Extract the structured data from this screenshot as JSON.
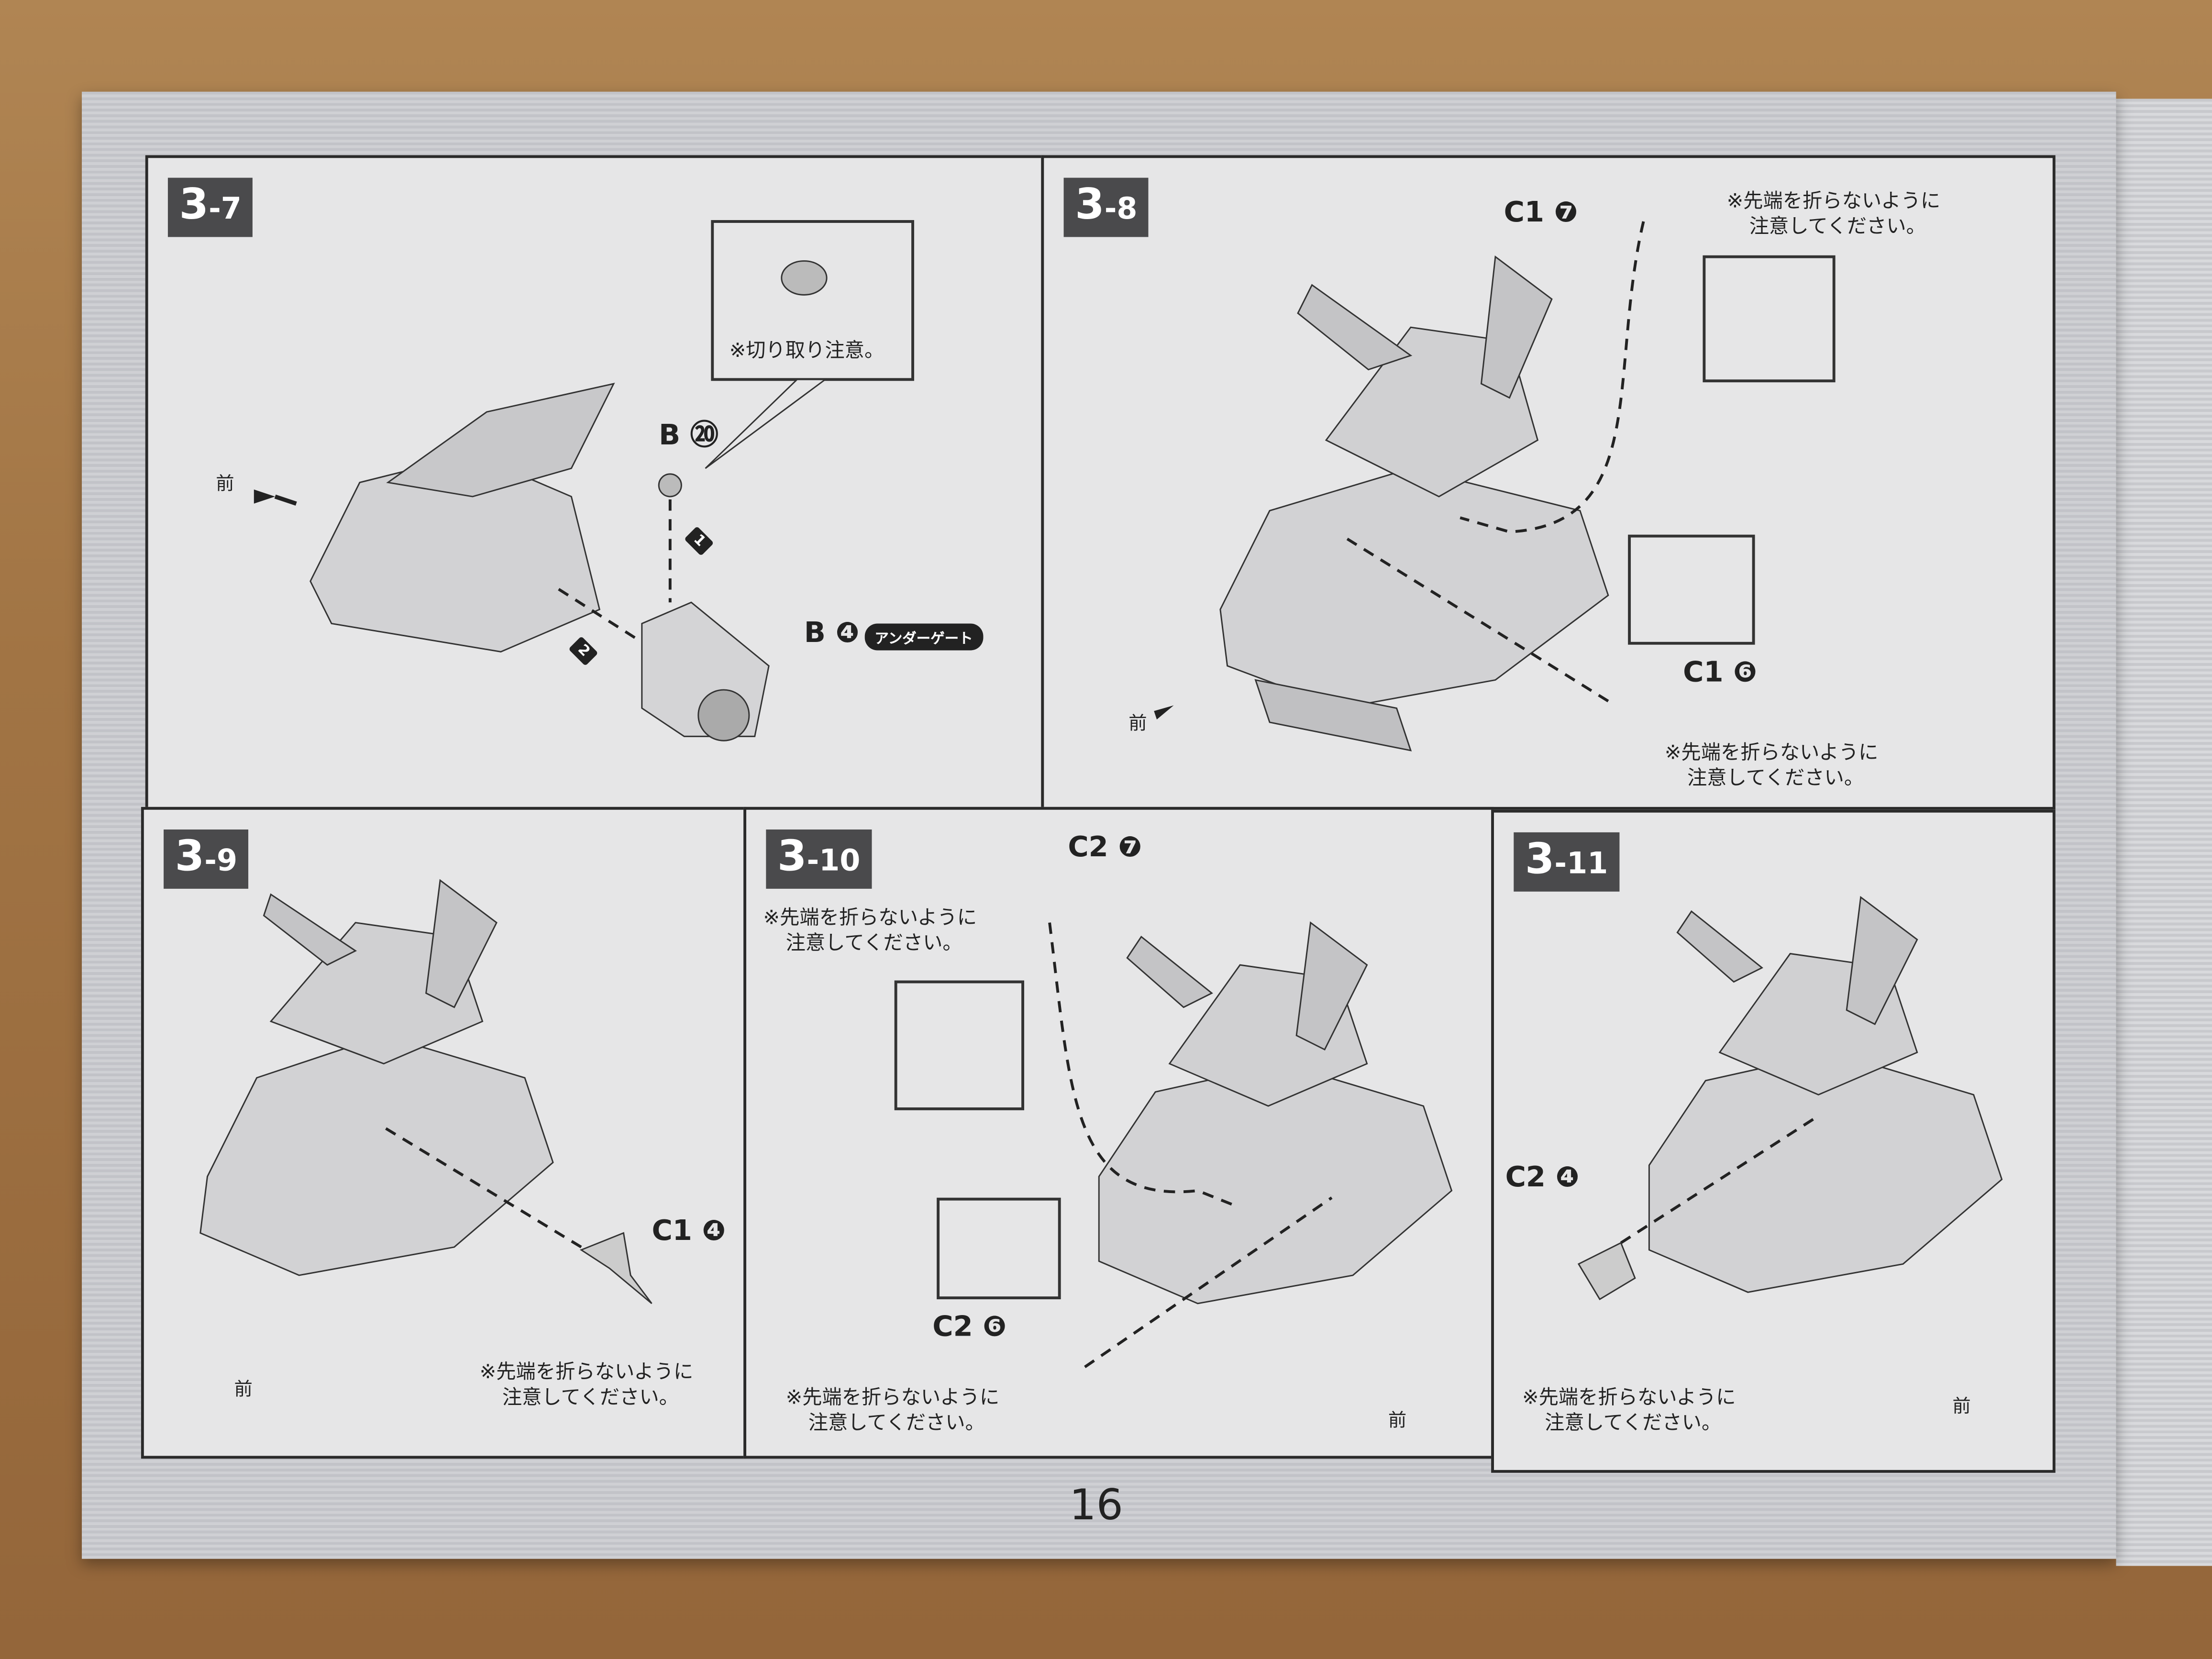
{
  "page_number": "16",
  "front_label": "前",
  "caution_tip": [
    "※先端を折らないように",
    "注意してください。"
  ],
  "steps": {
    "s37": {
      "num": "3",
      "sub": "-7",
      "cut_note": "※切り取り注意。",
      "part1": "B",
      "part1_no": "⑳",
      "part2": "B",
      "part2_no": "❹",
      "gate_badge": "アンダーゲート",
      "order1": "1",
      "order2": "2"
    },
    "s38": {
      "num": "3",
      "sub": "-8",
      "part1": "C1",
      "part1_no": "❼",
      "part2": "C1",
      "part2_no": "❻"
    },
    "s39": {
      "num": "3",
      "sub": "-9",
      "part1": "C1",
      "part1_no": "❹"
    },
    "s310": {
      "num": "3",
      "sub": "-10",
      "part1": "C2",
      "part1_no": "❼",
      "part2": "C2",
      "part2_no": "❻"
    },
    "s311": {
      "num": "3",
      "sub": "-11",
      "part1": "C2",
      "part1_no": "❹"
    }
  },
  "colors": {
    "paper": "#e6e6e7",
    "ink": "#222222",
    "step_bg": "#4a4a4c",
    "wood": "#a17444"
  }
}
